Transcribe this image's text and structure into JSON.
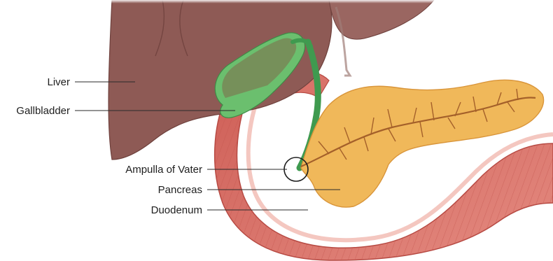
{
  "labels": {
    "liver": "Liver",
    "gallbladder": "Gallbladder",
    "ampulla": "Ampulla of Vater",
    "pancreas": "Pancreas",
    "duodenum": "Duodenum"
  },
  "colors": {
    "liver": "#8e5a55",
    "gallbladder": "#6bbf6e",
    "bile_duct": "#3f9a4f",
    "pancreas": "#f0b85a",
    "duodenum": "#d9736a",
    "duodenum_lining": "#f4c7c0"
  }
}
